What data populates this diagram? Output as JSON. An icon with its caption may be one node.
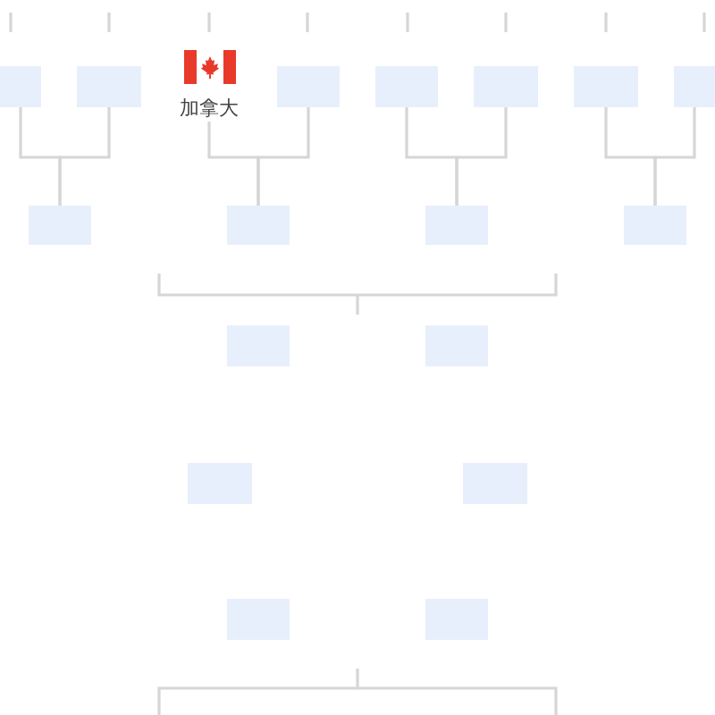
{
  "diagram": {
    "nodes": [
      {
        "text": [],
        "shape": "box"
      },
      {
        "text": [],
        "shape": "box"
      },
      {
        "text": [
          "加拿大"
        ]
      },
      {
        "text": [],
        "shape": "box"
      },
      {
        "text": [],
        "shape": "box"
      },
      {
        "text": [],
        "shape": "box"
      },
      {
        "text": [],
        "shape": "box"
      },
      {
        "text": [],
        "shape": "box"
      },
      {
        "text": [],
        "shape": "box"
      },
      {
        "text": [],
        "shape": "box"
      },
      {
        "text": [],
        "shape": "box"
      },
      {
        "text": [],
        "shape": "box"
      },
      {
        "text": [],
        "shape": "box"
      },
      {
        "text": [],
        "shape": "box"
      },
      {
        "text": [],
        "shape": "box"
      },
      {
        "text": [],
        "shape": "box"
      },
      {
        "text": [],
        "shape": "box"
      },
      {
        "text": [],
        "shape": "box"
      }
    ],
    "edges": [
      {
        "from": 0,
        "to": 8,
        "arrow": "none"
      },
      {
        "from": 1,
        "to": 8,
        "arrow": "none"
      },
      {
        "from": 2,
        "to": 9,
        "arrow": "none"
      },
      {
        "from": 3,
        "to": 9,
        "arrow": "none"
      },
      {
        "from": 4,
        "to": 10,
        "arrow": "none"
      },
      {
        "from": 5,
        "to": 10,
        "arrow": "none"
      },
      {
        "from": 6,
        "to": 11,
        "arrow": "none"
      },
      {
        "from": 7,
        "to": 11,
        "arrow": "none"
      }
    ]
  }
}
